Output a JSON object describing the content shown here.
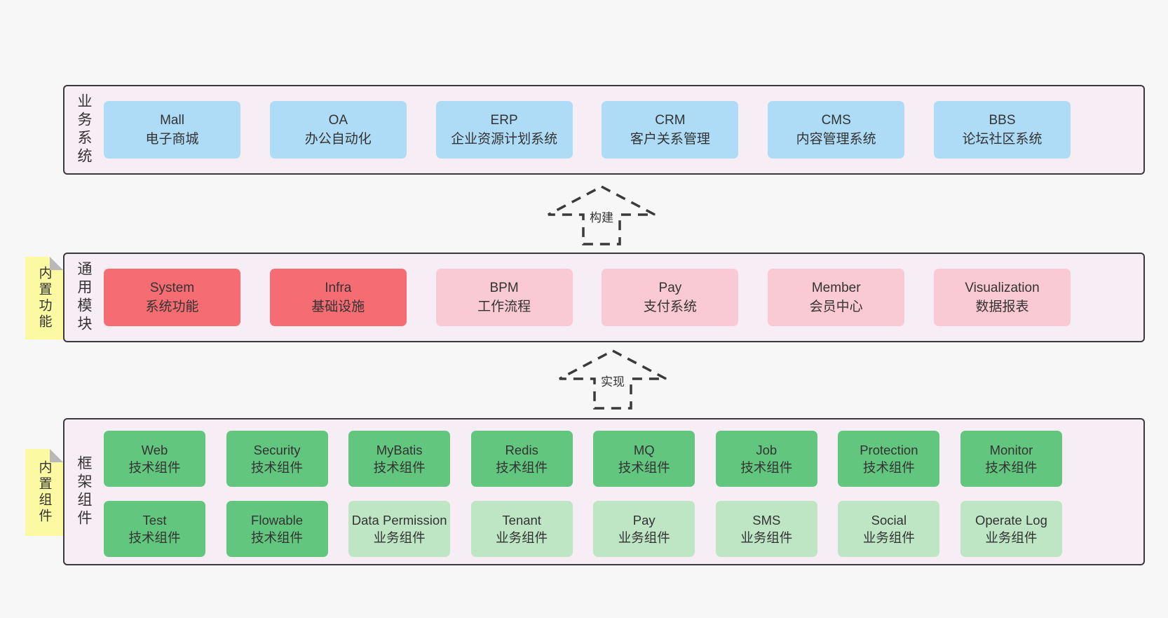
{
  "colors": {
    "page-bg": "#f7f7f7",
    "layer-bg": "#f7edf5",
    "layer-border": "#3a3a3a",
    "box-blue": "#aedcf6",
    "box-red": "#f56c72",
    "box-pink": "#facad4",
    "box-green": "#63c67e",
    "box-green-light": "#bee6c5",
    "note-yellow": "#fbf9a1",
    "note-fold": "#b8b8b8",
    "text": "#333333"
  },
  "layers": [
    {
      "label": "业务系统",
      "boxes": [
        {
          "name": "Mall",
          "desc": "电子商城",
          "type": "blue"
        },
        {
          "name": "OA",
          "desc": "办公自动化",
          "type": "blue"
        },
        {
          "name": "ERP",
          "desc": "企业资源计划系统",
          "type": "blue"
        },
        {
          "name": "CRM",
          "desc": "客户关系管理",
          "type": "blue"
        },
        {
          "name": "CMS",
          "desc": "内容管理系统",
          "type": "blue"
        },
        {
          "name": "BBS",
          "desc": "论坛社区系统",
          "type": "blue"
        }
      ]
    },
    {
      "label": "通用模块",
      "note": "内置功能",
      "boxes": [
        {
          "name": "System",
          "desc": "系统功能",
          "type": "red"
        },
        {
          "name": "Infra",
          "desc": "基础设施",
          "type": "red"
        },
        {
          "name": "BPM",
          "desc": "工作流程",
          "type": "pink"
        },
        {
          "name": "Pay",
          "desc": "支付系统",
          "type": "pink"
        },
        {
          "name": "Member",
          "desc": "会员中心",
          "type": "pink"
        },
        {
          "name": "Visualization",
          "desc": "数据报表",
          "type": "pink"
        }
      ]
    },
    {
      "label": "框架组件",
      "note": "内置组件",
      "rows": [
        [
          {
            "name": "Web",
            "desc": "技术组件",
            "type": "green"
          },
          {
            "name": "Security",
            "desc": "技术组件",
            "type": "green"
          },
          {
            "name": "MyBatis",
            "desc": "技术组件",
            "type": "green"
          },
          {
            "name": "Redis",
            "desc": "技术组件",
            "type": "green"
          },
          {
            "name": "MQ",
            "desc": "技术组件",
            "type": "green"
          },
          {
            "name": "Job",
            "desc": "技术组件",
            "type": "green"
          },
          {
            "name": "Protection",
            "desc": "技术组件",
            "type": "green"
          },
          {
            "name": "Monitor",
            "desc": "技术组件",
            "type": "green"
          }
        ],
        [
          {
            "name": "Test",
            "desc": "技术组件",
            "type": "green"
          },
          {
            "name": "Flowable",
            "desc": "技术组件",
            "type": "green"
          },
          {
            "name": "Data Permission",
            "desc": "业务组件",
            "type": "green-light"
          },
          {
            "name": "Tenant",
            "desc": "业务组件",
            "type": "green-light"
          },
          {
            "name": "Pay",
            "desc": "业务组件",
            "type": "green-light"
          },
          {
            "name": "SMS",
            "desc": "业务组件",
            "type": "green-light"
          },
          {
            "name": "Social",
            "desc": "业务组件",
            "type": "green-light"
          },
          {
            "name": "Operate Log",
            "desc": "业务组件",
            "type": "green-light"
          }
        ]
      ]
    }
  ],
  "arrows": [
    {
      "label": "构建"
    },
    {
      "label": "实现"
    }
  ]
}
